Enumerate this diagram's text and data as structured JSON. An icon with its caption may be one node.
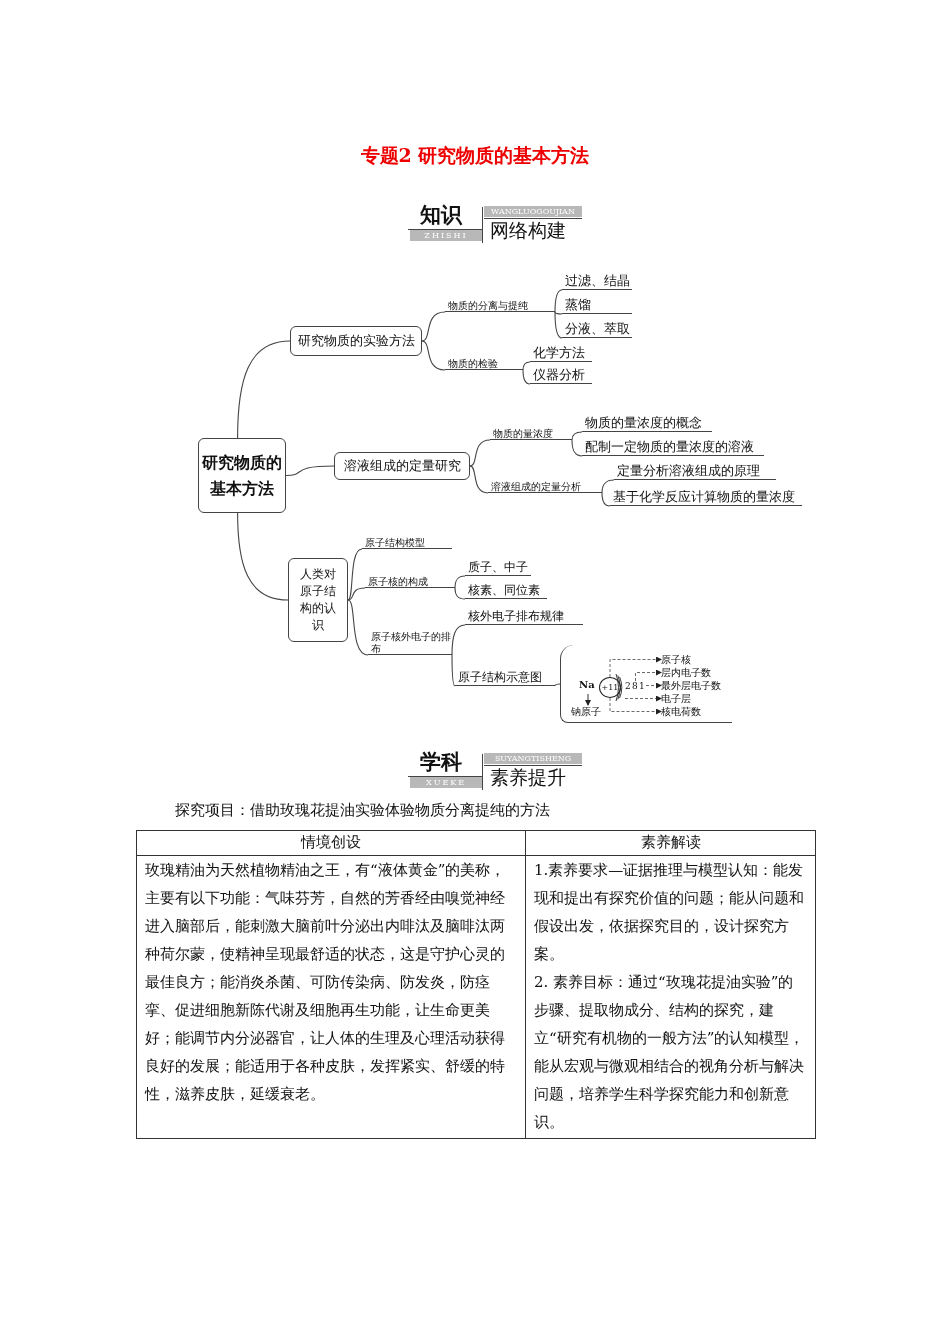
{
  "diagram": {
    "title": "专题2 研究物质的基本方法",
    "nodes": [
      {
        "text": [
          "研究物质的基本方法"
        ]
      },
      {
        "text": [
          "研究物质的实验方法"
        ]
      },
      {
        "text": [
          "物质的分离与提纯"
        ]
      },
      {
        "text": [
          "过滤、结晶"
        ]
      },
      {
        "text": [
          "蒸馏"
        ]
      },
      {
        "text": [
          "分液、萃取"
        ]
      },
      {
        "text": [
          "物质的检验"
        ]
      },
      {
        "text": [
          "化学方法"
        ]
      },
      {
        "text": [
          "仪器分析"
        ]
      },
      {
        "text": [
          "溶液组成的定量研究"
        ]
      },
      {
        "text": [
          "物质的量浓度"
        ]
      },
      {
        "text": [
          "物质的量浓度的概念"
        ]
      },
      {
        "text": [
          "配制一定物质的量浓度的溶液"
        ]
      },
      {
        "text": [
          "溶液组成的定量分析"
        ]
      },
      {
        "text": [
          "定量分析溶液组成的原理"
        ]
      },
      {
        "text": [
          "基于化学反应计算物质的量浓度"
        ]
      },
      {
        "text": [
          "人类对原子结构的认识"
        ]
      },
      {
        "text": [
          "原子结构模型"
        ]
      },
      {
        "text": [
          "原子核的构成"
        ]
      },
      {
        "text": [
          "质子、中子"
        ]
      },
      {
        "text": [
          "核素、同位素"
        ]
      },
      {
        "text": [
          "原子核外电子的排布"
        ]
      },
      {
        "text": [
          "核外电子排布规律"
        ]
      },
      {
        "text": [
          "原子结构示意图"
        ]
      },
      {
        "text": [],
        "shape": "bracket"
      },
      {
        "text": [
          "Na"
        ],
        "in": 24
      },
      {
        "text": [
          "钠原子"
        ],
        "in": 24
      },
      {
        "text": [
          "+11"
        ],
        "in": 24
      },
      {
        "text": [
          "2"
        ],
        "in": 24
      },
      {
        "text": [
          "8"
        ],
        "in": 24
      },
      {
        "text": [
          "1"
        ],
        "in": 24
      },
      {
        "text": [],
        "shape": "arc",
        "in": 24
      },
      {
        "text": [
          "原子核"
        ],
        "in": 24
      },
      {
        "text": [
          "层内电子数"
        ],
        "in": 24
      },
      {
        "text": [
          "最外层电子数"
        ],
        "in": 24
      },
      {
        "text": [
          "电子层"
        ],
        "in": 24
      },
      {
        "text": [
          "核电荷数"
        ],
        "in": 24
      }
    ],
    "edges": [
      {
        "from": 0,
        "to": 1,
        "arrow": "none"
      },
      {
        "from": 1,
        "to": 2,
        "arrow": "none"
      },
      {
        "from": 2,
        "to": 3,
        "arrow": "none"
      },
      {
        "from": 2,
        "to": 4,
        "arrow": "none"
      },
      {
        "from": 2,
        "to": 5,
        "arrow": "none"
      },
      {
        "from": 1,
        "to": 6,
        "arrow": "none"
      },
      {
        "from": 6,
        "to": 7,
        "arrow": "none"
      },
      {
        "from": 6,
        "to": 8,
        "arrow": "none"
      },
      {
        "from": 0,
        "to": 9,
        "arrow": "none"
      },
      {
        "from": 9,
        "to": 10,
        "arrow": "none"
      },
      {
        "from": 10,
        "to": 11,
        "arrow": "none"
      },
      {
        "from": 10,
        "to": 12,
        "arrow": "none"
      },
      {
        "from": 9,
        "to": 13,
        "arrow": "none"
      },
      {
        "from": 13,
        "to": 14,
        "arrow": "none"
      },
      {
        "from": 13,
        "to": 15,
        "arrow": "none"
      },
      {
        "from": 0,
        "to": 16,
        "arrow": "none"
      },
      {
        "from": 16,
        "to": 17,
        "arrow": "none"
      },
      {
        "from": 16,
        "to": 18,
        "arrow": "none"
      },
      {
        "from": 18,
        "to": 19,
        "arrow": "none"
      },
      {
        "from": 18,
        "to": 20,
        "arrow": "none"
      },
      {
        "from": 16,
        "to": 21,
        "arrow": "none"
      },
      {
        "from": 21,
        "to": 22,
        "arrow": "none"
      },
      {
        "from": 21,
        "to": 23,
        "arrow": "none"
      },
      {
        "from": 23,
        "to": 24,
        "arrow": "none"
      },
      {
        "from": 25,
        "to": 26,
        "arrow": "to"
      },
      {
        "from": 27,
        "to": 32,
        "arrow": "to",
        "style": "dashed"
      },
      {
        "from": 29,
        "to": 33,
        "arrow": "to",
        "style": "dashed"
      },
      {
        "from": 30,
        "to": 34,
        "arrow": "to",
        "style": "dashed"
      },
      {
        "from": 31,
        "to": 35,
        "arrow": "to",
        "style": "dashed"
      },
      {
        "from": 27,
        "to": 36,
        "arrow": "to",
        "style": "dashed"
      }
    ],
    "labels": [
      "知识",
      "ZHISHI",
      "WANGLUOGOUJIAN",
      "网络构建",
      "学科",
      "XUEKE",
      "SUYANGTISHENG",
      "素养提升",
      "探究项目：借助玫瑰花提油实验体验物质分离提纯的方法",
      "情境创设",
      "素养解读",
      "玫瑰精油为天然植物精油之王，有“液体黄金”的美称，主要有以下功能：气味芬芳，自然的芳香经由嗅觉神经进入脑部后，能刺激大脑前叶分泌出内啡汰及脑啡汰两种荷尔蒙，使精神呈现最舒适的状态，这是守护心灵的最佳良方；能消炎杀菌、可防传染病、防发炎，防痉挛、促进细胞新陈代谢及细胞再生功能，让生命更美好；能调节内分泌器官，让人体的生理及心理活动获得良好的发展；能适用于各种皮肤，发挥紧实、舒缓的特性，滋养皮肤，延缓衰老。",
      "1.素养要求—证据推理与模型认知：能发现和提出有探究价值的问题；能从问题和假设出发，依据探究目的，设计探究方案。",
      "2. 素养目标：通过“玫瑰花提油实验”的步骤、提取物成分、结构的探究，建立“研究有机物的一般方法”的认知模型，能从宏观与微观相结合的视角分析与解决问题，培养学生科学探究能力和创新意识。"
    ]
  }
}
